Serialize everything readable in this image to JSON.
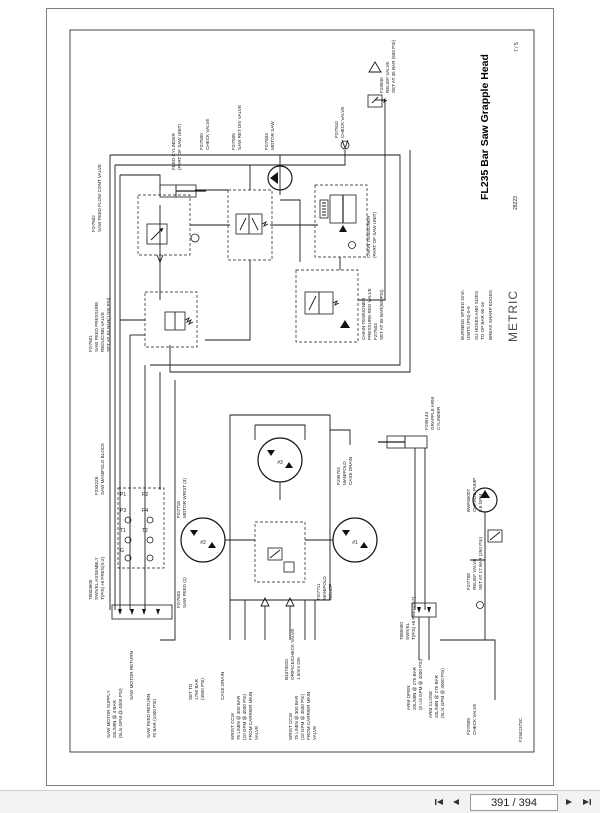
{
  "document": {
    "title": "FL235 Bar Saw Grapple Head",
    "sheet": "7 / 5",
    "metric": "METRIC",
    "drawing_no": "28223",
    "footer_code": "F2942373C",
    "notes": [
      "BURNING SPEED 4mm",
      "UNITS (PSI)-5-8",
      "SU HOSES AND SIZES",
      "TO OP BAR 95-16",
      "BREAK SHARP EDGES"
    ]
  },
  "labels": {
    "feed_cylinder": "FEED CYLINDER",
    "feed_cyl_sub": "(PART OF SAW UNIT)",
    "check_valve_top": "CHECK VALVE",
    "check_valve_top_code": "F2I7600",
    "saw_ret_div": "SAW RET DIV VALVE",
    "saw_ret_code": "F2I7605",
    "motor_saw": "MOTOR SAW",
    "motor_saw_code": "F2I7604",
    "check_valve_right": "CHECK VALVE",
    "check_valve_right_code": "F2I7810",
    "relief_valve": "RELIEF VALVE",
    "relief_code": "F29940",
    "relief_set": "SET AT 35 BAR (500 PSI)",
    "flow_control": "SAW FEED FLOW CONT VALVE",
    "flow_code": "F2I7602",
    "chain_tensioner": "CHAIN TENSIONER",
    "chain_tens_sub": "(PART OF SAW UNIT)",
    "saw_feed_pressure": "SAW FEED PRESSURE",
    "saw_feed_code": "F2I7601",
    "saw_feed_reducing": "REDUCING VALVE",
    "saw_feed_set": "SET AT 83 BAR(1200 PSI)",
    "chain_tens_valve": "CHAIN TENSIONER",
    "chain_tens_red": "PRESSURE RED VALVE",
    "chain_tens_code": "F2I7603",
    "chain_tens_set": "SET AT 55 BAR(800PSI)",
    "manifold_block": "SAW MANIFOLD BLOCK",
    "manifold_code": "F2932Z6",
    "swivel_assembly": "SWIVEL ASSEMBLY",
    "swivel_code": "78003500",
    "swivel_sub": "T(PIS) HI PRES(S-Z)",
    "motor_wrist": "MOTOR WRIST (3)",
    "motor_wrist_code": "F2I7718",
    "manifold_case": "MANIFOLD",
    "manifold_case_sub": "CASE DRAIN",
    "manifold_case_code": "F295701",
    "grapple_arm": "GRAPPLE ARM",
    "grapple_sub": "CYLINDER",
    "grapple_code": "F299144",
    "saw_feed_2": "SAW FEED (2)",
    "saw_feed_2_code": "F2I7603",
    "manifold_relief": "MANIFOLD",
    "manifold_relief_sub": "RELIEF",
    "manifold_relief_code": "F2I7711",
    "swivel_right": "SWIVEL",
    "swivel_right_code": "7885000",
    "swivel_right_sub": "T(PIS) HI PRES(S-Z)",
    "charge_pump": "CHARGE PUMP",
    "charge_pump_sub": "5.6 GPM",
    "charge_code": "BWF80007",
    "relief_valve2": "RELIEF VALVE",
    "relief2_code": "F2I7708",
    "relief2_set": "SET AT 17 BAR (250 PSI)",
    "check_valve_bottom": "CHECK VALVE",
    "check_valve_bottom_code": "F2I7609",
    "motor_2": "#2",
    "motor_1": "#1",
    "motor_3": "#3",
    "saw_motor_supply": "SAW MOTOR SUPPLY",
    "saw_motor_supply_sub": "20L/MIN @ 4 BAR",
    "saw_motor_supply_sub2": "(5L/s GPM @ 4000 PSI)",
    "saw_motor_return": "SAW MOTOR RETURN",
    "saw_feed_return": "SAW FEED RETURN",
    "saw_feed_return_sub": "70 BAR (1000 PSI)",
    "set_to": "SET TO",
    "set_to_sub": "1750 BAR",
    "set_to_sub2": "(4500 PSI)",
    "case_drain": "CASE DRAIN",
    "wrist_ccw": "WRIST CCW",
    "wrist_ccw_sub": "75 L/MIN @ 300 BAR",
    "wrist_ccw_sub2": "(20 GPM @ 4500 PSI)",
    "wrist_ccw_sub3": "FROM CARRIER MAIN",
    "wrist_ccw_sub4": "VALVE",
    "wrist_cw": "WRIST CCW",
    "wrist_cw_sub": "75 L/MIN @ 300 BAR",
    "wrist_cw_sub2": "(20 GPM @ 4500 PSI)",
    "wrist_cw_sub3": "FROM CARRIER MAIN",
    "wrist_cw_sub4": "VALVE",
    "orifice": "ORIFICE/CHECK VALVE",
    "orifice_code": "B4470020",
    "orifice_sub": "1.5mm DIA",
    "arm_open": "ARM OPEN",
    "arm_open_sub": "20L/MIN @ 275 BAR",
    "arm_open_sub2": "(5 L/4 GPM @ 4000 PSI)",
    "arm_close": "ARM CLOSE",
    "arm_close_sub": "20L/MIN @ 275 BAR",
    "arm_close_sub2": "(5L/4 GPM @ 4000 PSI)",
    "port_labels": [
      "P1",
      "P2",
      "P3",
      "P4",
      "T1",
      "T2",
      "G"
    ]
  },
  "toolbar": {
    "first_icon": "first-page-icon",
    "prev_icon": "prev-page-icon",
    "next_icon": "next-page-icon",
    "last_icon": "last-page-icon",
    "page_indicator": "391 / 394"
  }
}
